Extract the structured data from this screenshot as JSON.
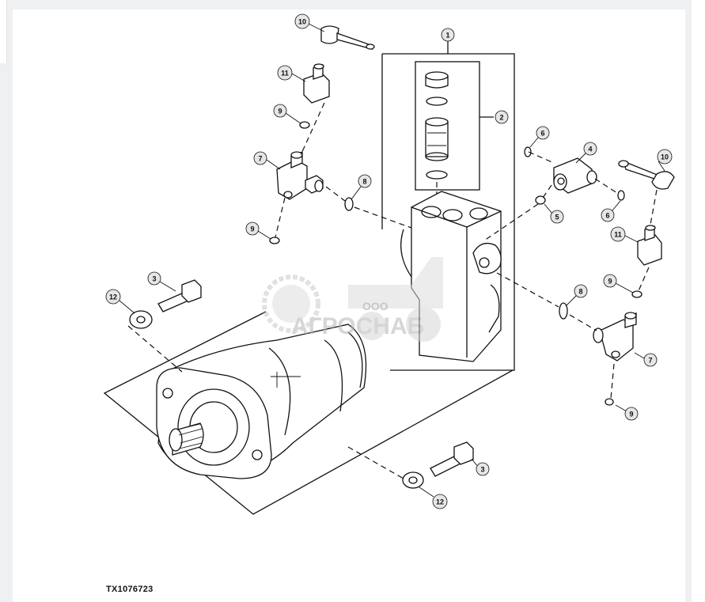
{
  "figure_code": "TX1076723",
  "watermark": {
    "company_prefix": "ООО",
    "company_name": "АГРОСНАБ"
  },
  "callouts": {
    "c1": "1",
    "c2": "2",
    "c3a": "3",
    "c3b": "3",
    "c4": "4",
    "c5": "5",
    "c6a": "6",
    "c6b": "6",
    "c7a": "7",
    "c7b": "7",
    "c8a": "8",
    "c8b": "8",
    "c9a": "9",
    "c9b": "9",
    "c9c": "9",
    "c9d": "9",
    "c10a": "10",
    "c10b": "10",
    "c11a": "11",
    "c11b": "11",
    "c12a": "12",
    "c12b": "12"
  },
  "colors": {
    "line": "#111111",
    "callout_fill": "#e6e6e6",
    "watermark": "#c9c9c9"
  }
}
